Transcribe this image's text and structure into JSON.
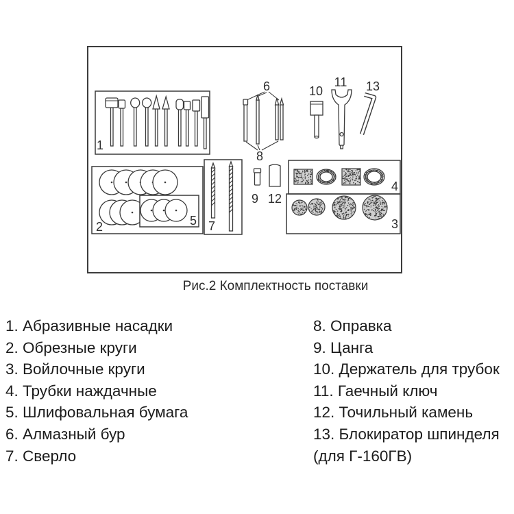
{
  "figure": {
    "callouts": {
      "abrasive_bits": "1",
      "cutting_discs": "2",
      "felt_wheels": "3",
      "sanding_bands": "4",
      "sandpaper": "5",
      "diamond_burs": "6",
      "drill_bits": "7",
      "mandrel": "8",
      "collet": "9",
      "band_holder": "10",
      "wrench": "11",
      "sharpening_stone": "12",
      "spindle_lock": "13"
    },
    "caption": "Рис.2 Комплектность поставки"
  },
  "legend": {
    "left": [
      "1. Абразивные насадки",
      "2. Обрезные круги",
      "3. Войлочные круги",
      "4. Трубки наждачные",
      "5. Шлифовальная бумага",
      "6. Алмазный бур",
      "7. Сверло"
    ],
    "right": [
      "8. Оправка",
      "9. Цанга",
      "10. Держатель для трубок",
      "11. Гаечный ключ",
      "12. Точильный камень",
      "13. Блокиратор шпинделя",
      "(для Г-160ГВ)"
    ]
  }
}
